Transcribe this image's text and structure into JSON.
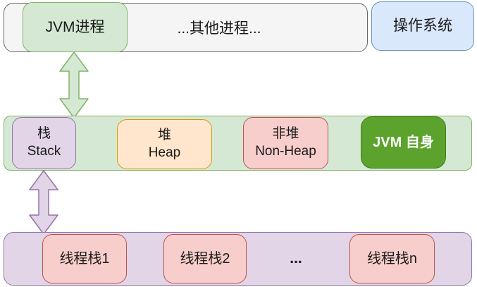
{
  "layers": {
    "os": {
      "jvm_process": "JVM进程",
      "other_processes": "...其他进程...",
      "operating_system": "操作系统"
    },
    "jvm_memory": {
      "stack_zh": "栈",
      "stack_en": "Stack",
      "heap_zh": "堆",
      "heap_en": "Heap",
      "non_heap_zh": "非堆",
      "non_heap_en": "Non-Heap",
      "jvm_self": "JVM 自身"
    },
    "thread_stacks": {
      "stack_1": "线程栈1",
      "stack_2": "线程栈2",
      "ellipsis": "...",
      "stack_n": "线程栈n"
    }
  },
  "colors": {
    "process_band_fill": "#f5f5f5",
    "process_band_stroke": "#666666",
    "green_fill": "#d5e8d4",
    "green_stroke": "#82b366",
    "blue_fill": "#dae8fc",
    "blue_stroke": "#6c8ebf",
    "purple_fill": "#e1d5e7",
    "purple_stroke": "#9673a6",
    "orange_fill": "#ffe6cc",
    "orange_stroke": "#d79b00",
    "pink_fill": "#f8cecc",
    "pink_stroke": "#b85450",
    "dark_green_fill": "#5ca32d",
    "dark_green_stroke": "#3e7d17"
  }
}
